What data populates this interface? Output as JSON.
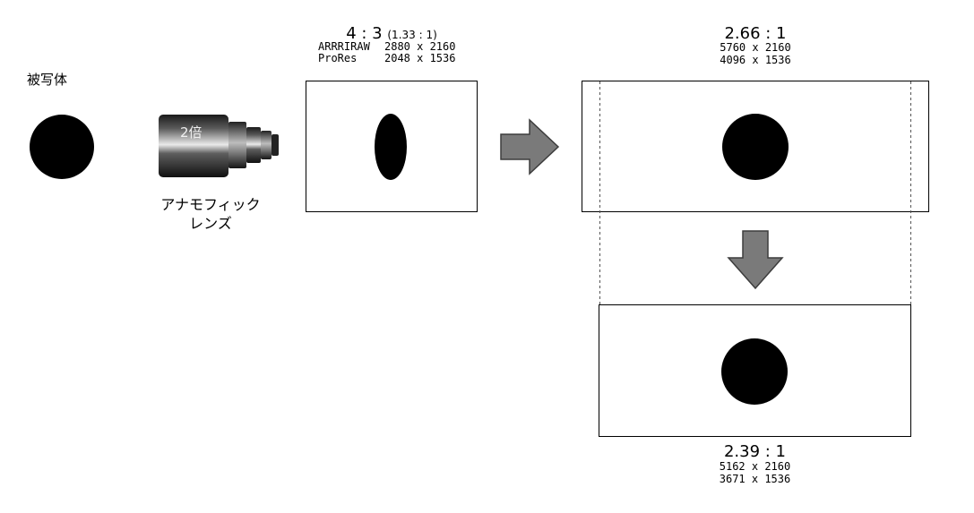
{
  "subject": {
    "label": "被写体"
  },
  "lens": {
    "badge": "2倍",
    "label_line1": "アナモフィック",
    "label_line2": "レンズ"
  },
  "sensor": {
    "ratio": "4 : 3",
    "ratio_note": "(1.33 : 1)",
    "formats": [
      {
        "name": "ARRRIRAW",
        "resolution": "2880 x 2160"
      },
      {
        "name": "ProRes",
        "resolution": "2048 x 1536"
      }
    ]
  },
  "desqueezed": {
    "ratio": "2.66 : 1",
    "resolutions": [
      "5760 x 2160",
      "4096 x 1536"
    ]
  },
  "cropped": {
    "ratio": "2.39 : 1",
    "resolutions": [
      "5162 x 2160",
      "3671 x 1536"
    ]
  },
  "colors": {
    "arrow_fill": "#7a7a7a",
    "arrow_stroke": "#3c3c3c",
    "ink": "#000000"
  }
}
